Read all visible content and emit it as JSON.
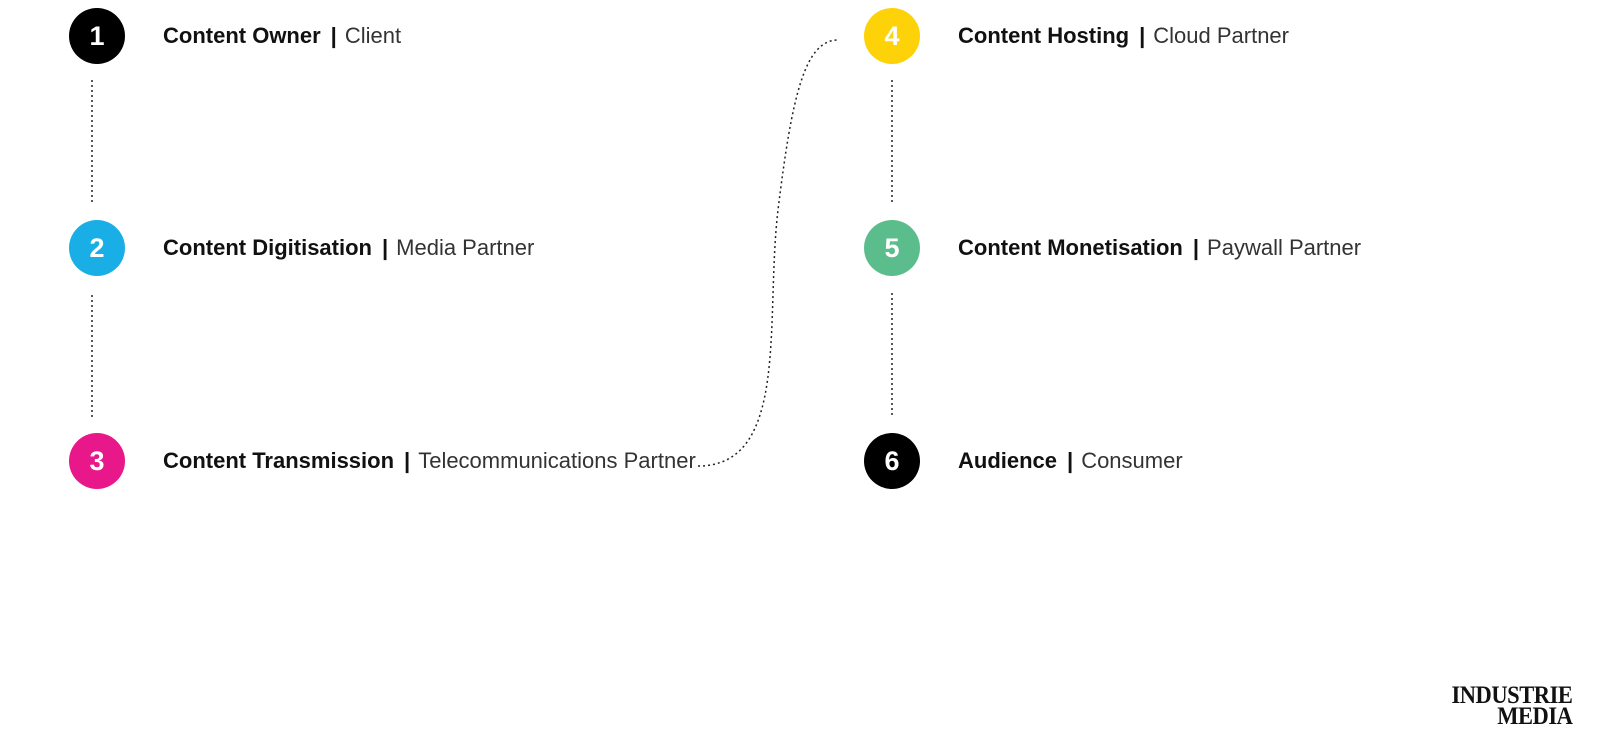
{
  "steps": [
    {
      "number": "1",
      "title": "Content Owner",
      "separator": "|",
      "role": "Client",
      "color": "#000000"
    },
    {
      "number": "2",
      "title": "Content Digitisation",
      "separator": "|",
      "role": "Media Partner",
      "color": "#1aaee6"
    },
    {
      "number": "3",
      "title": "Content Transmission",
      "separator": "|",
      "role": "Telecommunications Partner",
      "color": "#e8178a"
    },
    {
      "number": "4",
      "title": "Content Hosting",
      "separator": "|",
      "role": "Cloud Partner",
      "color": "#fdd209"
    },
    {
      "number": "5",
      "title": "Content Monetisation",
      "separator": "|",
      "role": "Paywall Partner",
      "color": "#5bbd8b"
    },
    {
      "number": "6",
      "title": "Audience",
      "separator": "|",
      "role": "Consumer",
      "color": "#000000"
    }
  ],
  "logo": {
    "line1": "INDUSTRIE",
    "line2": "MEDIA"
  }
}
